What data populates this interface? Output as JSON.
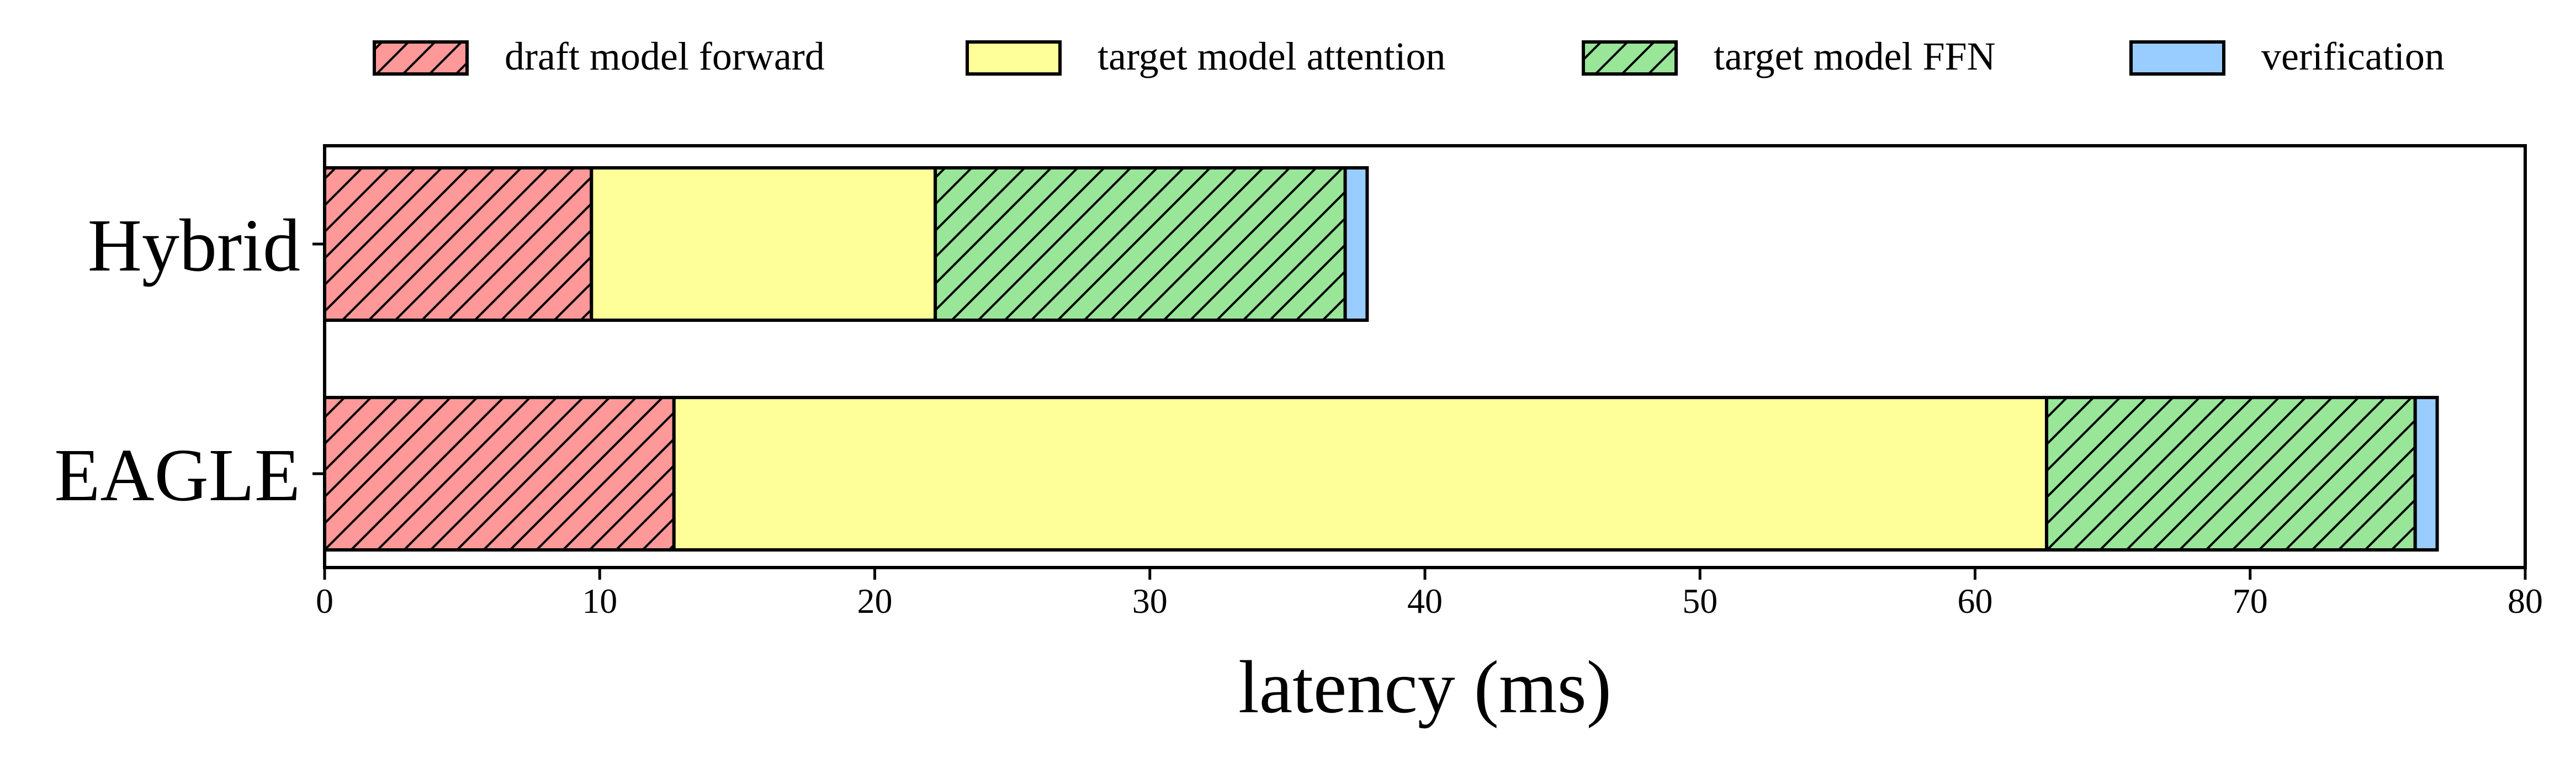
{
  "chart_data": {
    "type": "bar",
    "orientation": "horizontal",
    "stacked": true,
    "categories": [
      "Hybrid",
      "EAGLE"
    ],
    "series": [
      {
        "name": "draft model forward",
        "values": [
          9.7,
          12.7
        ],
        "color": "#ff9999",
        "hatch": true
      },
      {
        "name": "target model attention",
        "values": [
          12.5,
          49.9
        ],
        "color": "#ffff99",
        "hatch": false
      },
      {
        "name": "target model FFN",
        "values": [
          14.9,
          13.4
        ],
        "color": "#99e699",
        "hatch": true
      },
      {
        "name": "verification",
        "values": [
          0.8,
          0.8
        ],
        "color": "#99ccff",
        "hatch": false
      }
    ],
    "xlabel": "latency (ms)",
    "ylabel": "",
    "xlim": [
      0,
      80
    ],
    "xticks": [
      0,
      10,
      20,
      30,
      40,
      50,
      60,
      70,
      80
    ],
    "grid": false,
    "legend_position": "top"
  }
}
